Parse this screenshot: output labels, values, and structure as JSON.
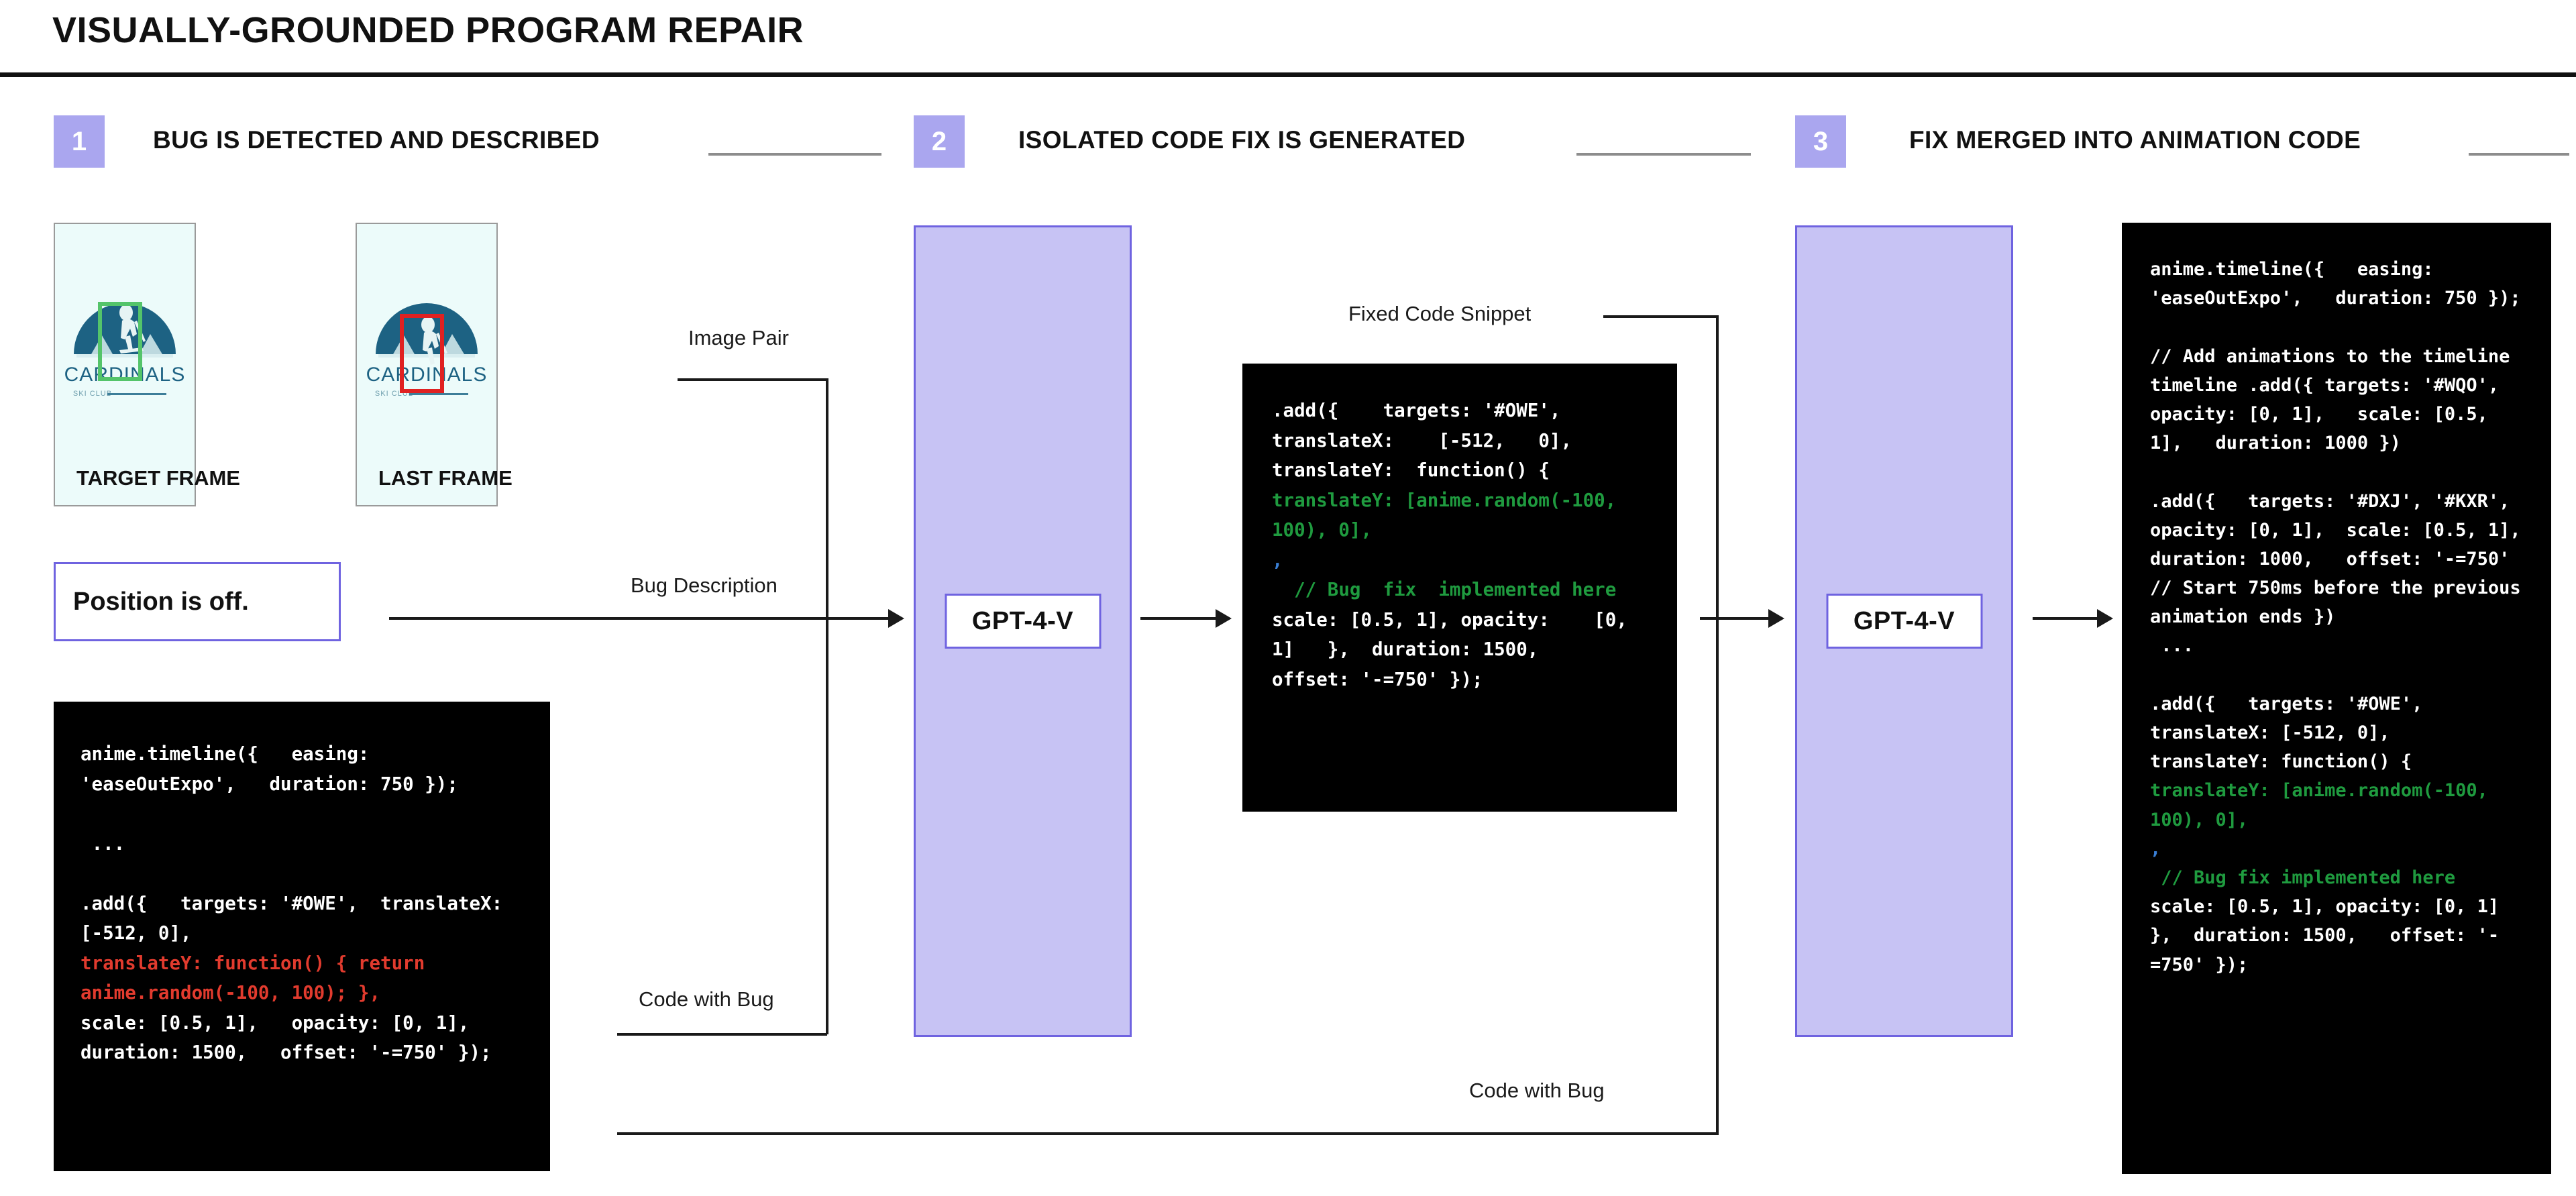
{
  "title": "VISUALLY-GROUNDED PROGRAM REPAIR",
  "steps": [
    {
      "number": "1",
      "label": "BUG IS DETECTED AND DESCRIBED"
    },
    {
      "number": "2",
      "label": "ISOLATED CODE FIX IS GENERATED"
    },
    {
      "number": "3",
      "label": "FIX MERGED INTO ANIMATION CODE"
    }
  ],
  "frames": [
    {
      "caption": "TARGET FRAME",
      "bbox_color": "#54c46a",
      "logo_title": "CARDINALS",
      "logo_subtitle": "SKI CLUB"
    },
    {
      "caption": "LAST FRAME",
      "bbox_color": "#e02121",
      "logo_title": "CARDINALS",
      "logo_subtitle": "SKI CLUB"
    }
  ],
  "bug_description": "Position is off.",
  "model_name": "GPT-4-V",
  "edge_labels": {
    "image_pair": "Image Pair",
    "bug_description": "Bug Description",
    "code_with_bug_left": "Code with Bug",
    "fixed_code_snippet": "Fixed Code Snippet",
    "code_with_bug_right": "Code with Bug"
  },
  "code_left": {
    "lines": [
      {
        "text": "anime.timeline({   easing: 'easeOutExpo',   duration: 750 });",
        "color": "white"
      },
      {
        "text": "",
        "color": "white"
      },
      {
        "text": " ...",
        "color": "white"
      },
      {
        "text": "",
        "color": "white"
      },
      {
        "text": ".add({   targets: '#OWE',  translateX: [-512, 0],  ",
        "color": "white"
      },
      {
        "text": "translateY: function() { return anime.random(-100, 100); },  ",
        "color": "red"
      },
      {
        "text": "scale: [0.5, 1],   opacity: [0, 1],   duration: 1500,   offset: '-=750' });",
        "color": "white"
      }
    ]
  },
  "code_mid": {
    "lines": [
      {
        "text": ".add({    targets: '#OWE',  translateX:    [-512,   0],  translateY:  function() {  ",
        "color": "white"
      },
      {
        "text": "translateY: [anime.random(-100,  100), 0],",
        "color": "green"
      },
      {
        "text": ",",
        "color": "blue"
      },
      {
        "text": "  // Bug  fix  implemented here  ",
        "color": "green"
      },
      {
        "text": "scale: [0.5, 1], opacity:    [0,    1]   },  duration: 1500,    offset: '-=750' });",
        "color": "white"
      }
    ]
  },
  "code_right": {
    "lines": [
      {
        "text": "anime.timeline({   easing: 'easeOutExpo',   duration: 750 });",
        "color": "white"
      },
      {
        "text": "",
        "color": "white"
      },
      {
        "text": "// Add animations to the timeline timeline .add({ targets: '#WQO',   opacity: [0, 1],   scale: [0.5, 1],   duration: 1000 })",
        "color": "white"
      },
      {
        "text": "",
        "color": "white"
      },
      {
        "text": ".add({   targets: '#DXJ', '#KXR',   opacity: [0, 1],  scale: [0.5, 1],   duration: 1000,   offset: '-=750' // Start 750ms before the previous animation ends })",
        "color": "white"
      },
      {
        "text": " ...",
        "color": "white"
      },
      {
        "text": "",
        "color": "white"
      },
      {
        "text": ".add({   targets: '#OWE',  translateX: [-512, 0],  translateY: function() {  ",
        "color": "white"
      },
      {
        "text": "translateY: [anime.random(-100, 100), 0],",
        "color": "green"
      },
      {
        "text": ",",
        "color": "blue"
      },
      {
        "text": " // Bug fix implemented here   ",
        "color": "green"
      },
      {
        "text": "scale: [0.5, 1], opacity: [0, 1] },  duration: 1500,   offset: '-=750' });",
        "color": "white"
      }
    ]
  },
  "colors": {
    "accent_purple": "#aaa6ef",
    "panel_purple": "#c7c3f4",
    "border_purple": "#6f63e0",
    "code_bg": "#000000",
    "bug_red": "#e23b2e",
    "fix_green": "#1f9b3f",
    "frame_bg": "#ecfbfa",
    "logo_teal": "#1d6283"
  }
}
